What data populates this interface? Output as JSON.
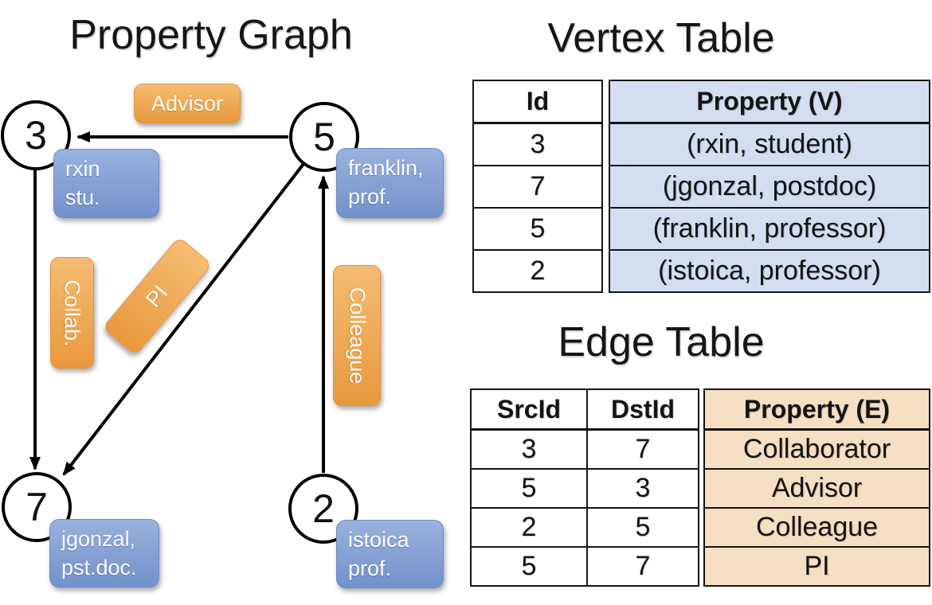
{
  "titles": {
    "graph": "Property Graph",
    "vertex_table": "Vertex Table",
    "edge_table": "Edge Table"
  },
  "graph": {
    "nodes": [
      {
        "id": "3",
        "property_line1": "rxin",
        "property_line2": "stu."
      },
      {
        "id": "5",
        "property_line1": "franklin,",
        "property_line2": "prof."
      },
      {
        "id": "7",
        "property_line1": "jgonzal,",
        "property_line2": "pst.doc."
      },
      {
        "id": "2",
        "property_line1": "istoica",
        "property_line2": "prof."
      }
    ],
    "edges": [
      {
        "label": "Advisor"
      },
      {
        "label": "Collab."
      },
      {
        "label": "PI"
      },
      {
        "label": "Colleague"
      }
    ]
  },
  "vertex_table": {
    "headers": [
      "Id",
      "Property (V)"
    ],
    "rows": [
      [
        "3",
        "(rxin, student)"
      ],
      [
        "7",
        "(jgonzal, postdoc)"
      ],
      [
        "5",
        "(franklin, professor)"
      ],
      [
        "2",
        "(istoica, professor)"
      ]
    ]
  },
  "edge_table": {
    "headers": [
      "SrcId",
      "DstId",
      "Property (E)"
    ],
    "rows": [
      [
        "3",
        "7",
        "Collaborator"
      ],
      [
        "5",
        "3",
        "Advisor"
      ],
      [
        "2",
        "5",
        "Colleague"
      ],
      [
        "5",
        "7",
        "PI"
      ]
    ]
  },
  "colors": {
    "node_box_top": "#99b2de",
    "node_box_bottom": "#7391cb",
    "edge_box_top": "#f5bc72",
    "edge_box_bottom": "#e9993c",
    "vertex_cell_fill": "#d3def1",
    "edge_cell_fill": "#f6dfc3",
    "line": "#000000"
  }
}
